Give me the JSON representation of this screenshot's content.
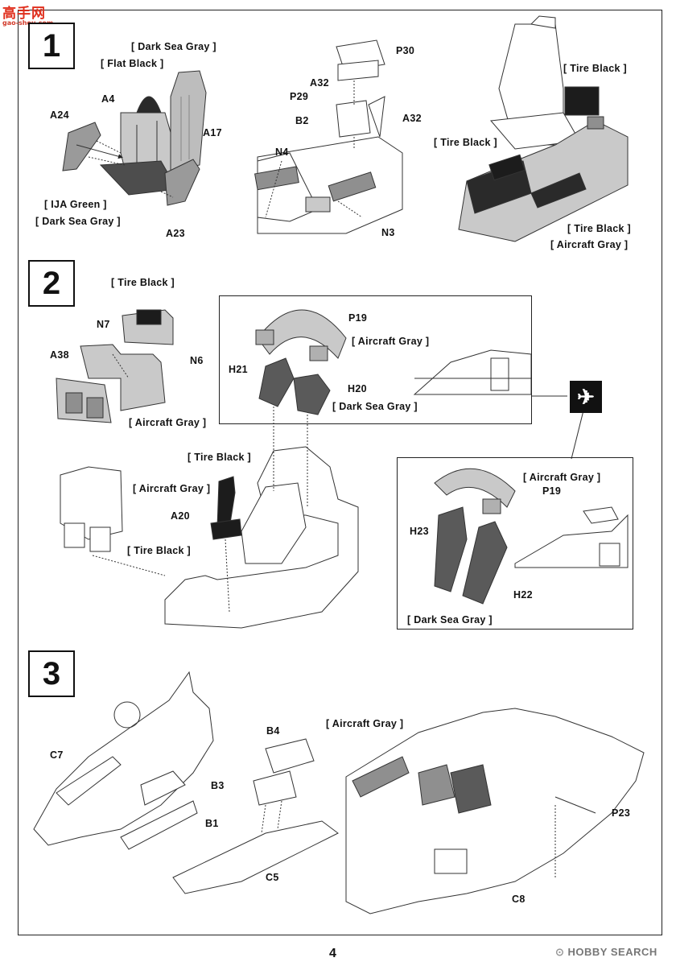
{
  "watermark": {
    "top": "高手网",
    "bottom": "gao-shou.com"
  },
  "page_number": "4",
  "footer_brand": "HOBBY SEARCH",
  "footer_glyph": "⊙",
  "colors": {
    "panel_gray": "#c9c9c9",
    "dark_part": "#5a5a5a",
    "black_part": "#1c1c1c",
    "line": "#333333"
  },
  "steps": [
    {
      "number": "1",
      "labels": {
        "dark_sea_gray_top": "[ Dark Sea Gray ]",
        "flat_black": "[ Flat Black ]",
        "a4": "A4",
        "a24": "A24",
        "a17": "A17",
        "ija_green": "[ IJA Green ]",
        "dark_sea_gray_bottom": "[ Dark Sea Gray ]",
        "a23": "A23",
        "p30": "P30",
        "a32_left": "A32",
        "p29": "P29",
        "a32_right": "A32",
        "b2": "B2",
        "n4": "N4",
        "n3": "N3",
        "tire_black_top": "[ Tire Black ]",
        "tire_black_left": "[ Tire Black ]",
        "tire_black_bottom": "[ Tire Black ]",
        "aircraft_gray": "[ Aircraft Gray ]"
      }
    },
    {
      "number": "2",
      "labels": {
        "tire_black_top": "[ Tire Black ]",
        "n7": "N7",
        "n6": "N6",
        "a38": "A38",
        "aircraft_gray_panel": "[ Aircraft Gray ]",
        "p19": "P19",
        "aircraft_gray_canopy": "[ Aircraft Gray ]",
        "h21": "H21",
        "h20": "H20",
        "dark_sea_gray_mid": "[ Dark Sea Gray ]",
        "tire_black_stick": "[ Tire Black ]",
        "aircraft_gray_stick": "[ Aircraft Gray ]",
        "a20": "A20",
        "tire_black_base": "[ Tire Black ]",
        "aircraft_gray_right": "[ Aircraft Gray ]",
        "p19_right": "P19",
        "h23": "H23",
        "h22": "H22",
        "dark_sea_gray_right": "[ Dark Sea Gray ]",
        "badge_glyph": "✈"
      }
    },
    {
      "number": "3",
      "labels": {
        "c7": "C7",
        "b3": "B3",
        "b1": "B1",
        "b4": "B4",
        "c5": "C5",
        "aircraft_gray": "[ Aircraft Gray ]",
        "p23": "P23",
        "c8": "C8"
      }
    }
  ]
}
